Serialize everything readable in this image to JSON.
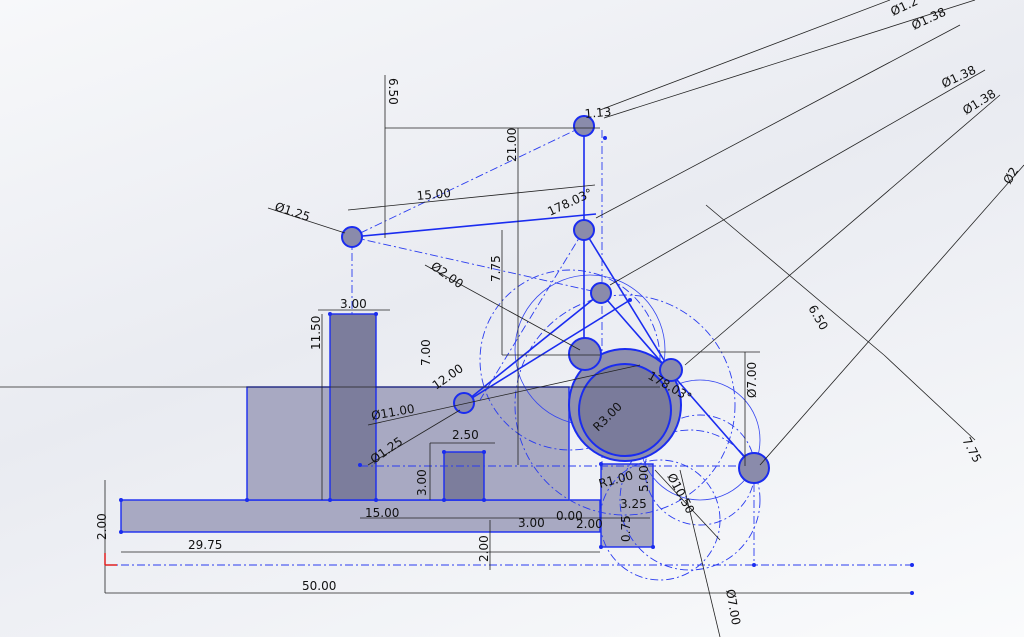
{
  "sketch": {
    "dimensions": {
      "d_top_1": "Ø1.2",
      "d_top_2": "Ø1.38",
      "d_top_3": "Ø1.38",
      "d_top_4": "Ø1.38",
      "d_top_5": "Ø2",
      "v_650_top": "6.50",
      "h_113": "1.13",
      "v_2100": "21.00",
      "l_1500_arm": "15.00",
      "a_17803_top": "178.03°",
      "d_125_left": "Ø1.25",
      "v_775": "7.75",
      "d_200": "Ø2.00",
      "l_650_right": "6.50",
      "h_300_post": "3.00",
      "v_1150": "11.50",
      "v_700": "7.00",
      "l_1200": "12.00",
      "a_17803_mid": "178.03°",
      "v_d700_right": "Ø7.00",
      "d_1100": "Ø11.00",
      "r_300": "R3.00",
      "d_125_low": "Ø1.25",
      "h_250": "2.50",
      "l_775_right": "7.75",
      "v_300_block": "3.00",
      "r_100": "R1.00",
      "v_500": "5.00",
      "d_1050": "Ø10.50",
      "h_325": "3.25",
      "h_1500_base": "15.00",
      "h_300_base": "3.00",
      "h_000": "0.00",
      "h_200_base": "2.00",
      "v_075": "0.75",
      "v_200_left": "2.00",
      "h_2975": "29.75",
      "v_200_mid": "2.00",
      "h_5000": "50.00",
      "d_700_bottom": "Ø7.00"
    }
  }
}
